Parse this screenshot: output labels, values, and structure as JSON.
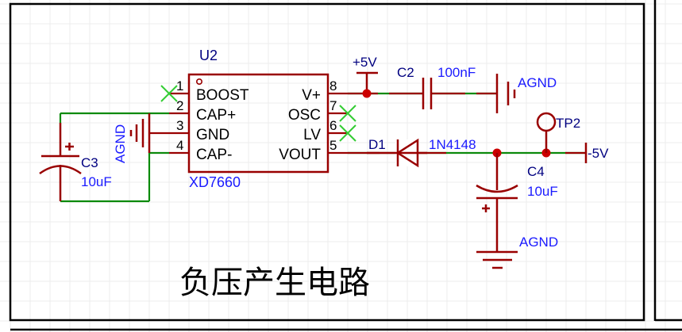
{
  "sheet": {
    "title": "负压产生电路",
    "colors": {
      "wire": "#0b8a0b",
      "symbol": "#990000",
      "label": "#1a1aff",
      "designator": "#000080",
      "no_connect": "#33cc33",
      "frame": "#000000"
    }
  },
  "components": {
    "u2": {
      "designator": "U2",
      "value": "XD7660",
      "pins_left": [
        {
          "num": "1",
          "name": "BOOST"
        },
        {
          "num": "2",
          "name": "CAP+"
        },
        {
          "num": "3",
          "name": "GND"
        },
        {
          "num": "4",
          "name": "CAP-"
        }
      ],
      "pins_right": [
        {
          "num": "8",
          "name": "V+"
        },
        {
          "num": "7",
          "name": "OSC"
        },
        {
          "num": "6",
          "name": "LV"
        },
        {
          "num": "5",
          "name": "VOUT"
        }
      ]
    },
    "c2": {
      "designator": "C2",
      "value": "100nF"
    },
    "c3": {
      "designator": "C3",
      "value": "10uF"
    },
    "c4": {
      "designator": "C4",
      "value": "10uF"
    },
    "d1": {
      "designator": "D1",
      "value": "1N4148"
    },
    "tp2": {
      "designator": "TP2"
    }
  },
  "nets": {
    "vplus": "+5V",
    "vneg": "-5V",
    "agnd_c2": "AGND",
    "agnd_u2": "AGND",
    "agnd_c4": "AGND"
  }
}
